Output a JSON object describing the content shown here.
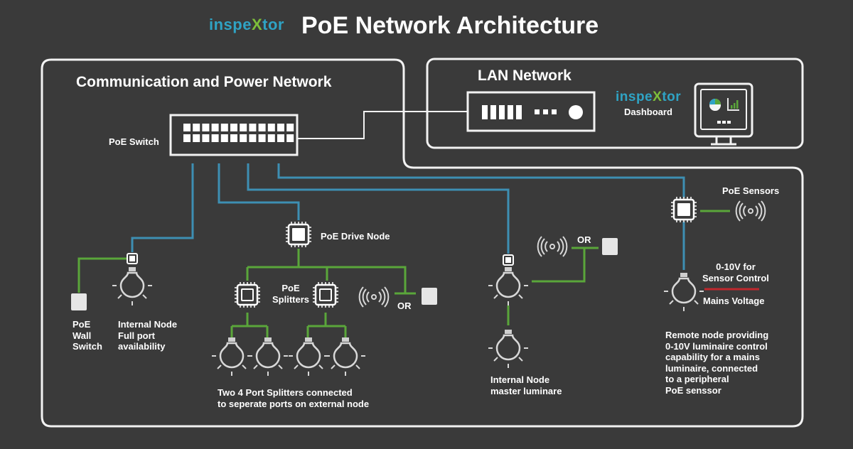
{
  "header": {
    "logo_text_a": "inspe",
    "logo_text_x": "X",
    "logo_text_b": "tor",
    "title": "PoE Network Architecture"
  },
  "colors": {
    "background": "#3a3a3a",
    "outline": "#f2f2f2",
    "poe_link": "#3d8fb3",
    "local_link": "#5aa63a",
    "mains": "#c0282d",
    "logo_blue": "#2fa3c4",
    "logo_green": "#7dbf3a"
  },
  "comm_panel": {
    "title": "Communication and Power Network",
    "switch_label": "PoE Switch"
  },
  "lan_panel": {
    "title": "LAN Network",
    "dashboard_label": "Dashboard"
  },
  "nodes": {
    "wall_switch": "PoE\nWall\nSwitch",
    "internal_node_full": "Internal Node\nFull port\navailability",
    "drive_node": "PoE Drive Node",
    "splitters": "PoE\nSplitters",
    "or_1": "OR",
    "splitter_caption": "Two 4 Port Splitters connected\nto seperate ports on external node",
    "or_2": "OR",
    "master_caption": "Internal Node\nmaster luminare",
    "sensors": "PoE Sensors",
    "sensor_control": "0-10V for\nSensor Control",
    "mains_voltage": "Mains Voltage",
    "remote_caption": "Remote node providing\n0-10V luminaire control\ncapability for a mains\nluminaire, connected\nto a peripheral\nPoE senssor"
  }
}
